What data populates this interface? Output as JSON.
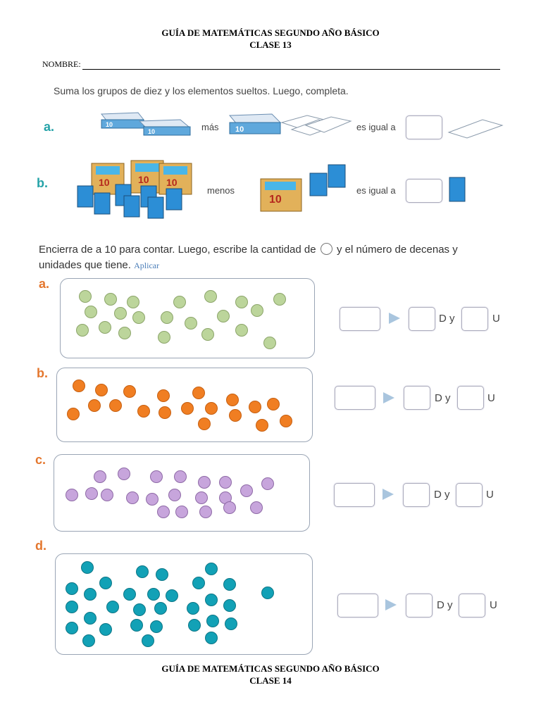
{
  "header_top": {
    "title": "GUÍA DE MATEMÁTICAS SEGUNDO AÑO BÁSICO",
    "subtitle": "CLASE 13"
  },
  "nombre_label": "NOMBRE:",
  "section1": {
    "instruction": "Suma los grupos de diez y los elementos sueltos. Luego, completa.",
    "items": [
      {
        "letter": "a.",
        "op_word": "más",
        "result_word": "es igual a",
        "box_label": "10"
      },
      {
        "letter": "b.",
        "op_word": "menos",
        "result_word": "es igual a",
        "box_label": "10"
      }
    ]
  },
  "section2": {
    "instruction_part1": "Encierra de a 10 para contar. Luego, escribe la cantidad de",
    "instruction_part2": "y el número de decenas y",
    "instruction_line2": "unidades que tiene.",
    "aplicar": "Aplicar",
    "d_label": "D y",
    "u_label": "U",
    "items": [
      {
        "letter": "a.",
        "color": "#bcd59b"
      },
      {
        "letter": "b.",
        "color": "#f07e22"
      },
      {
        "letter": "c.",
        "color": "#c7a5dc"
      },
      {
        "letter": "d.",
        "color": "#12a1b6"
      }
    ]
  },
  "header_bottom": {
    "title": "GUÍA DE MATEMÁTICAS SEGUNDO AÑO BÁSICO",
    "subtitle": "CLASE 14"
  }
}
